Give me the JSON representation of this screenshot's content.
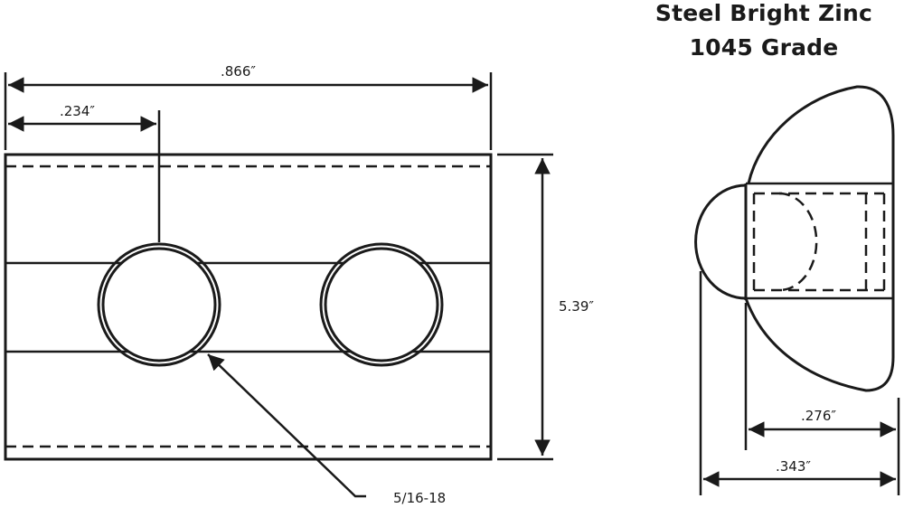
{
  "title": {
    "line1": "Steel Bright Zinc",
    "line2": "1045 Grade"
  },
  "dimensions": {
    "overall_length": ".866″",
    "hole_offset": ".234″",
    "height": "5.39″",
    "thread": "5/16-18",
    "inner_width": ".276″",
    "outer_width": ".343″"
  },
  "colors": {
    "line": "#1a1a1a",
    "background": "#ffffff"
  }
}
